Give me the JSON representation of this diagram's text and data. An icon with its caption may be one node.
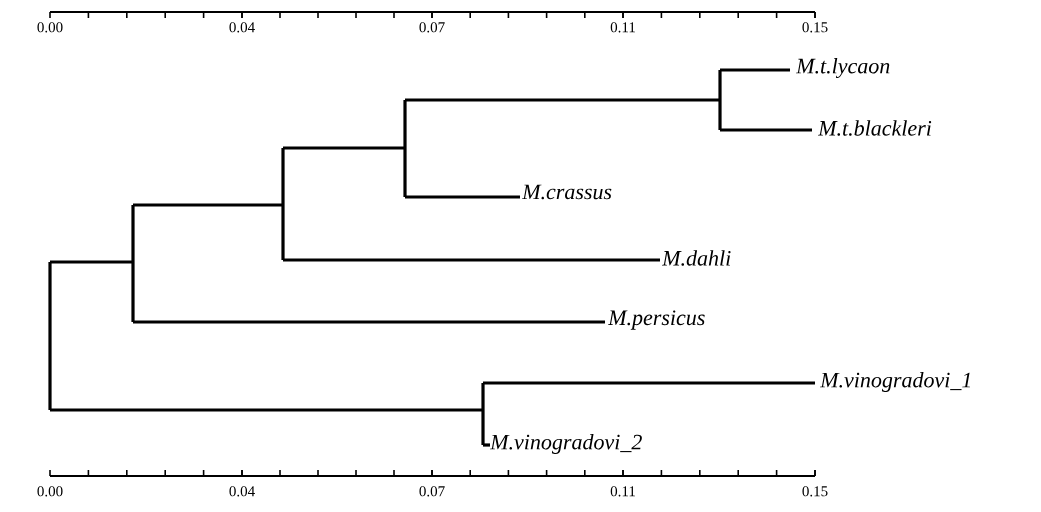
{
  "diagram": {
    "labels": [
      "0.00",
      "0.04",
      "0.07",
      "0.11",
      "0.15",
      "M.t.lycaon",
      "M.t.blackleri",
      "M.crassus",
      "M.dahli",
      "M.persicus",
      "M.vinogradovi_1",
      "M.vinogradovi_2",
      "0.00",
      "0.04",
      "0.07",
      "0.11",
      "0.15"
    ]
  }
}
